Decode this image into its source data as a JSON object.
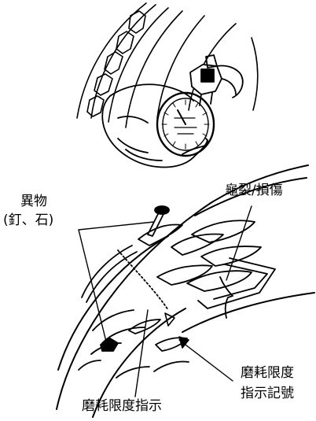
{
  "labels": {
    "foreign_object_line1": "異物",
    "foreign_object_line2": "(釘、石)",
    "crack_damage": "龜裂/損傷",
    "wear_limit_mark_line1": "磨耗限度",
    "wear_limit_mark_line2": "指示記號",
    "wear_limit_indicator": "磨耗限度指示"
  },
  "colors": {
    "ink": "#000000",
    "background": "#ffffff"
  }
}
